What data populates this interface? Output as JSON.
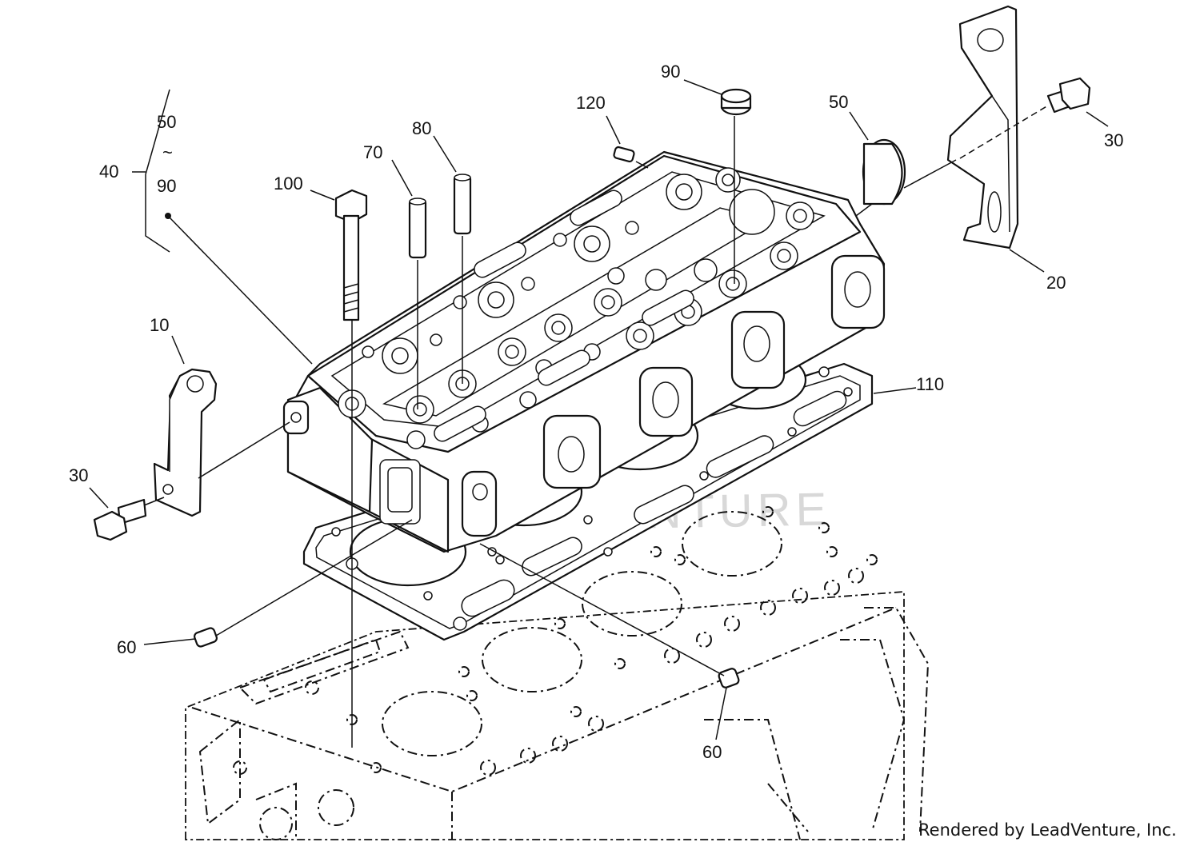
{
  "diagram": {
    "callouts": {
      "kit_top": "50",
      "kit_tilde": "~",
      "kit_bottom": "90",
      "kit_group": "40",
      "bracket_left": "10",
      "bracket_right": "20",
      "bolt_left": "30",
      "bolt_right": "30",
      "plug": "50",
      "pin_left": "60",
      "pin_right": "60",
      "guide_a": "70",
      "guide_b": "80",
      "cap": "90",
      "head_bolt": "100",
      "gasket": "110",
      "spring": "120"
    },
    "watermark": "LEADVENTURE",
    "footer": "Rendered by LeadVenture, Inc."
  }
}
